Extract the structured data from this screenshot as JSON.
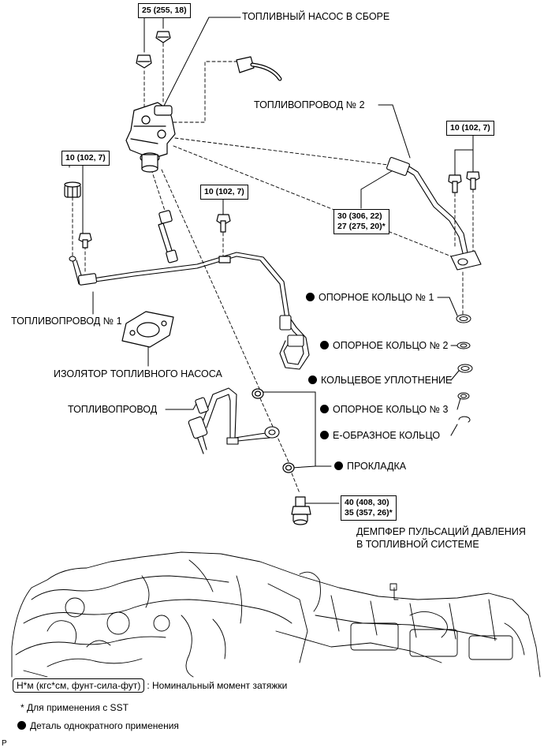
{
  "labels": {
    "fuel_pump_assembly": "ТОПЛИВНЫЙ НАСОС В СБОРЕ",
    "fuel_pipe_no2": "ТОПЛИВОПРОВОД № 2",
    "fuel_pipe_no1": "ТОПЛИВОПРОВОД № 1",
    "pump_insulator": "ИЗОЛЯТОР ТОПЛИВНОГО НАСОСА",
    "fuel_pipe": "ТОПЛИВОПРОВОД",
    "backup_ring_1": "ОПОРНОЕ КОЛЬЦО № 1",
    "backup_ring_2": "ОПОРНОЕ КОЛЬЦО № 2",
    "o_ring": "КОЛЬЦЕВОЕ УПЛОТНЕНИЕ",
    "backup_ring_3": "ОПОРНОЕ КОЛЬЦО № 3",
    "e_ring": "Е-ОБРАЗНОЕ КОЛЬЦО",
    "gasket": "ПРОКЛАДКА",
    "damper_line1": "ДЕМПФЕР ПУЛЬСАЦИЙ ДАВЛЕНИЯ",
    "damper_line2": "В ТОПЛИВНОЙ СИСТЕМЕ"
  },
  "torque": {
    "pump_bolts": "25 (255, 18)",
    "pipe1_bolt_left": "10 (102, 7)",
    "pipe1_bolt_mid": "10 (102, 7)",
    "pipe2_bolts": "10 (102, 7)",
    "pipe2_nut_line1": "30 (306, 22)",
    "pipe2_nut_line2": "27 (275, 20)*",
    "damper_line1": "40 (408, 30)",
    "damper_line2": "35 (357, 26)*"
  },
  "legend": {
    "torque_unit": "Н*м (кгс*см, фунт-сила-фут)",
    "torque_desc": ": Номинальный момент затяжки",
    "sst_note": "* Для применения с SST",
    "non_reusable": "Деталь однократного применения"
  },
  "corner_mark": "P"
}
